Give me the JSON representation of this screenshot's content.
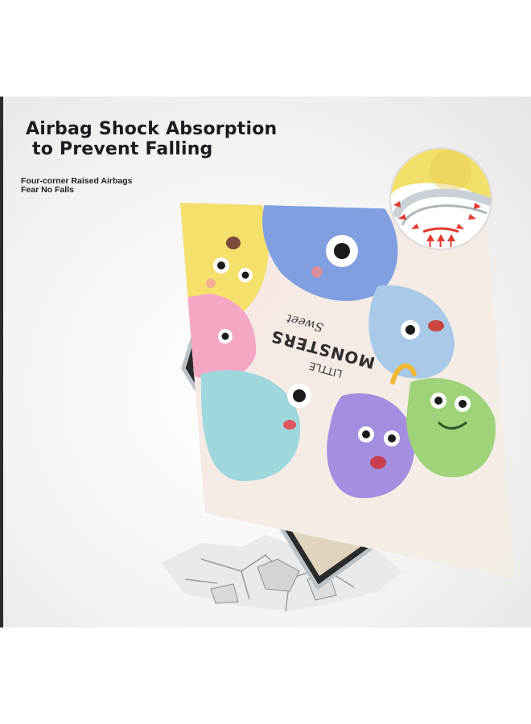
{
  "headline": {
    "line1": "Airbag Shock Absorption",
    "line2": "to Prevent Falling"
  },
  "subheadline": {
    "line1": "Four-corner Raised Airbags",
    "line2": "Fear No Falls"
  },
  "cover_art": {
    "line1": "LITTLE",
    "line2": "MONSTERS",
    "line3": "Sweet"
  },
  "colors": {
    "headline": "#1c1c20",
    "panel_background": "#f2f2f2",
    "arrows": "#e23a2e"
  }
}
